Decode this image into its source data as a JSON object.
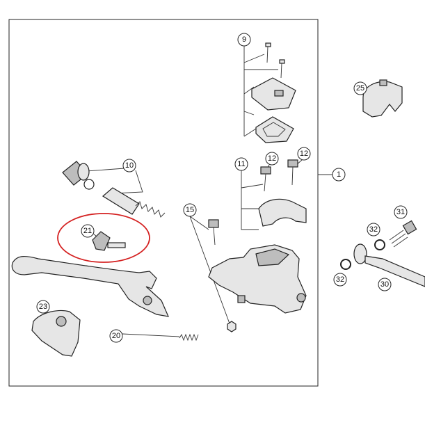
{
  "diagram": {
    "title": "Front brake master cylinder exploded view",
    "callouts": [
      "9",
      "25",
      "10",
      "11",
      "12",
      "12",
      "1",
      "15",
      "31",
      "32",
      "21",
      "32",
      "30",
      "23",
      "20"
    ],
    "highlight": {
      "callout": "21",
      "color": "#d42020"
    },
    "colors": {
      "line": "#222222",
      "part_fill": "#e6e6e6",
      "part_shade": "#bdbdbd"
    }
  }
}
